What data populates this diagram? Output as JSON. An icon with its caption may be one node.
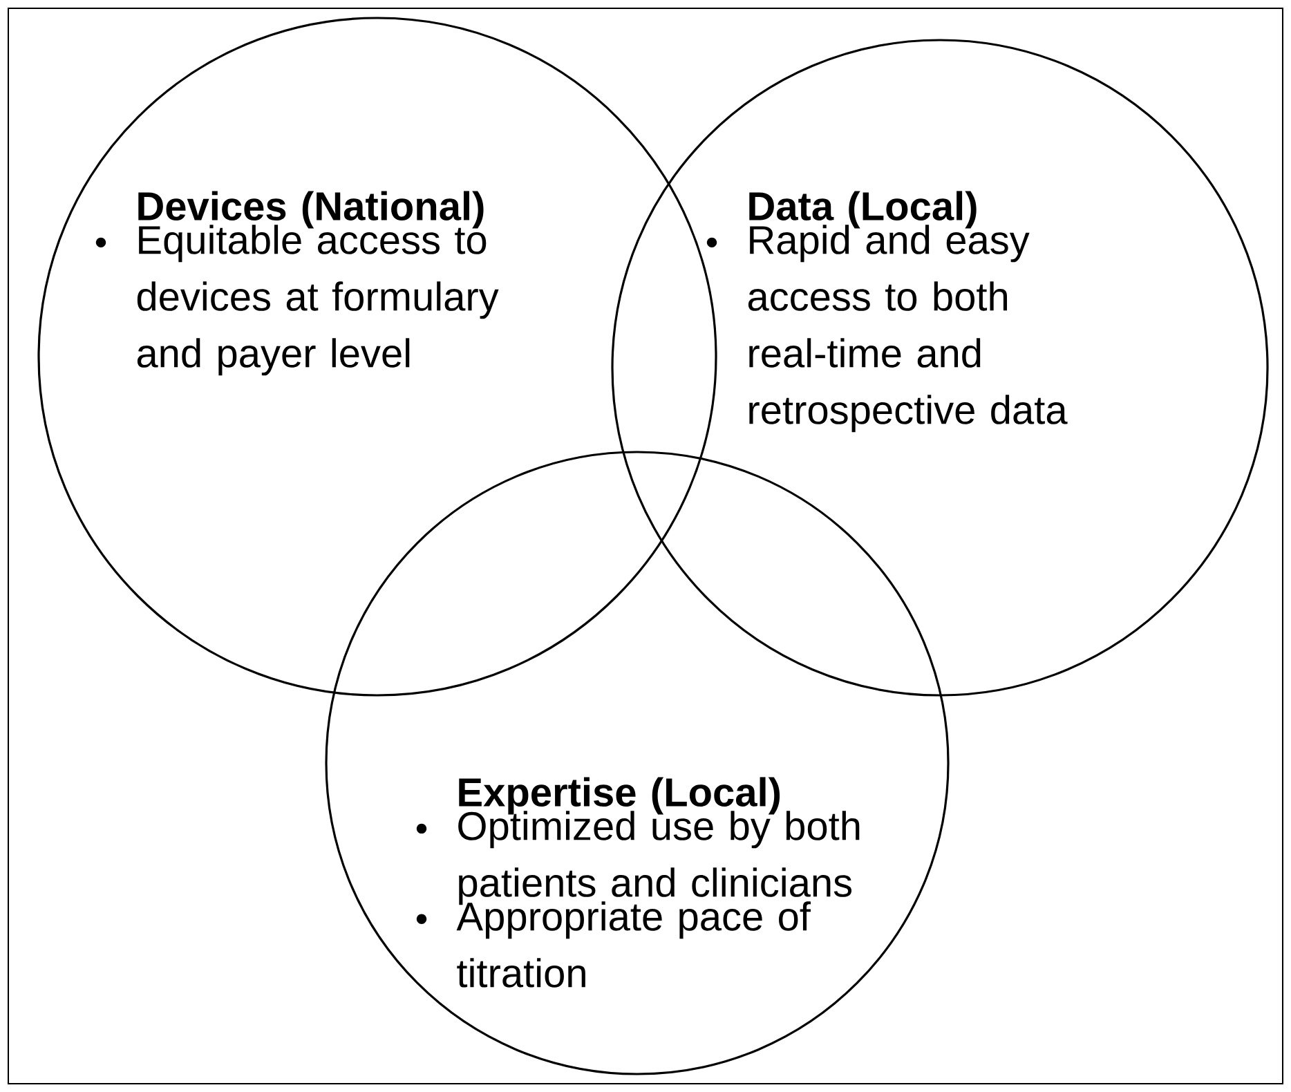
{
  "diagram": {
    "nodes": [
      {
        "text": [
          "Devices (National)",
          "Equitable access to devices at formulary and payer level"
        ]
      },
      {
        "text": [
          "Data (Local)",
          "Rapid and easy access to both real-time and retrospective data"
        ]
      },
      {
        "text": [
          "Expertise (Local)",
          "Optimized use by both patients and clinicians",
          "Appropriate pace of titration"
        ]
      }
    ]
  }
}
